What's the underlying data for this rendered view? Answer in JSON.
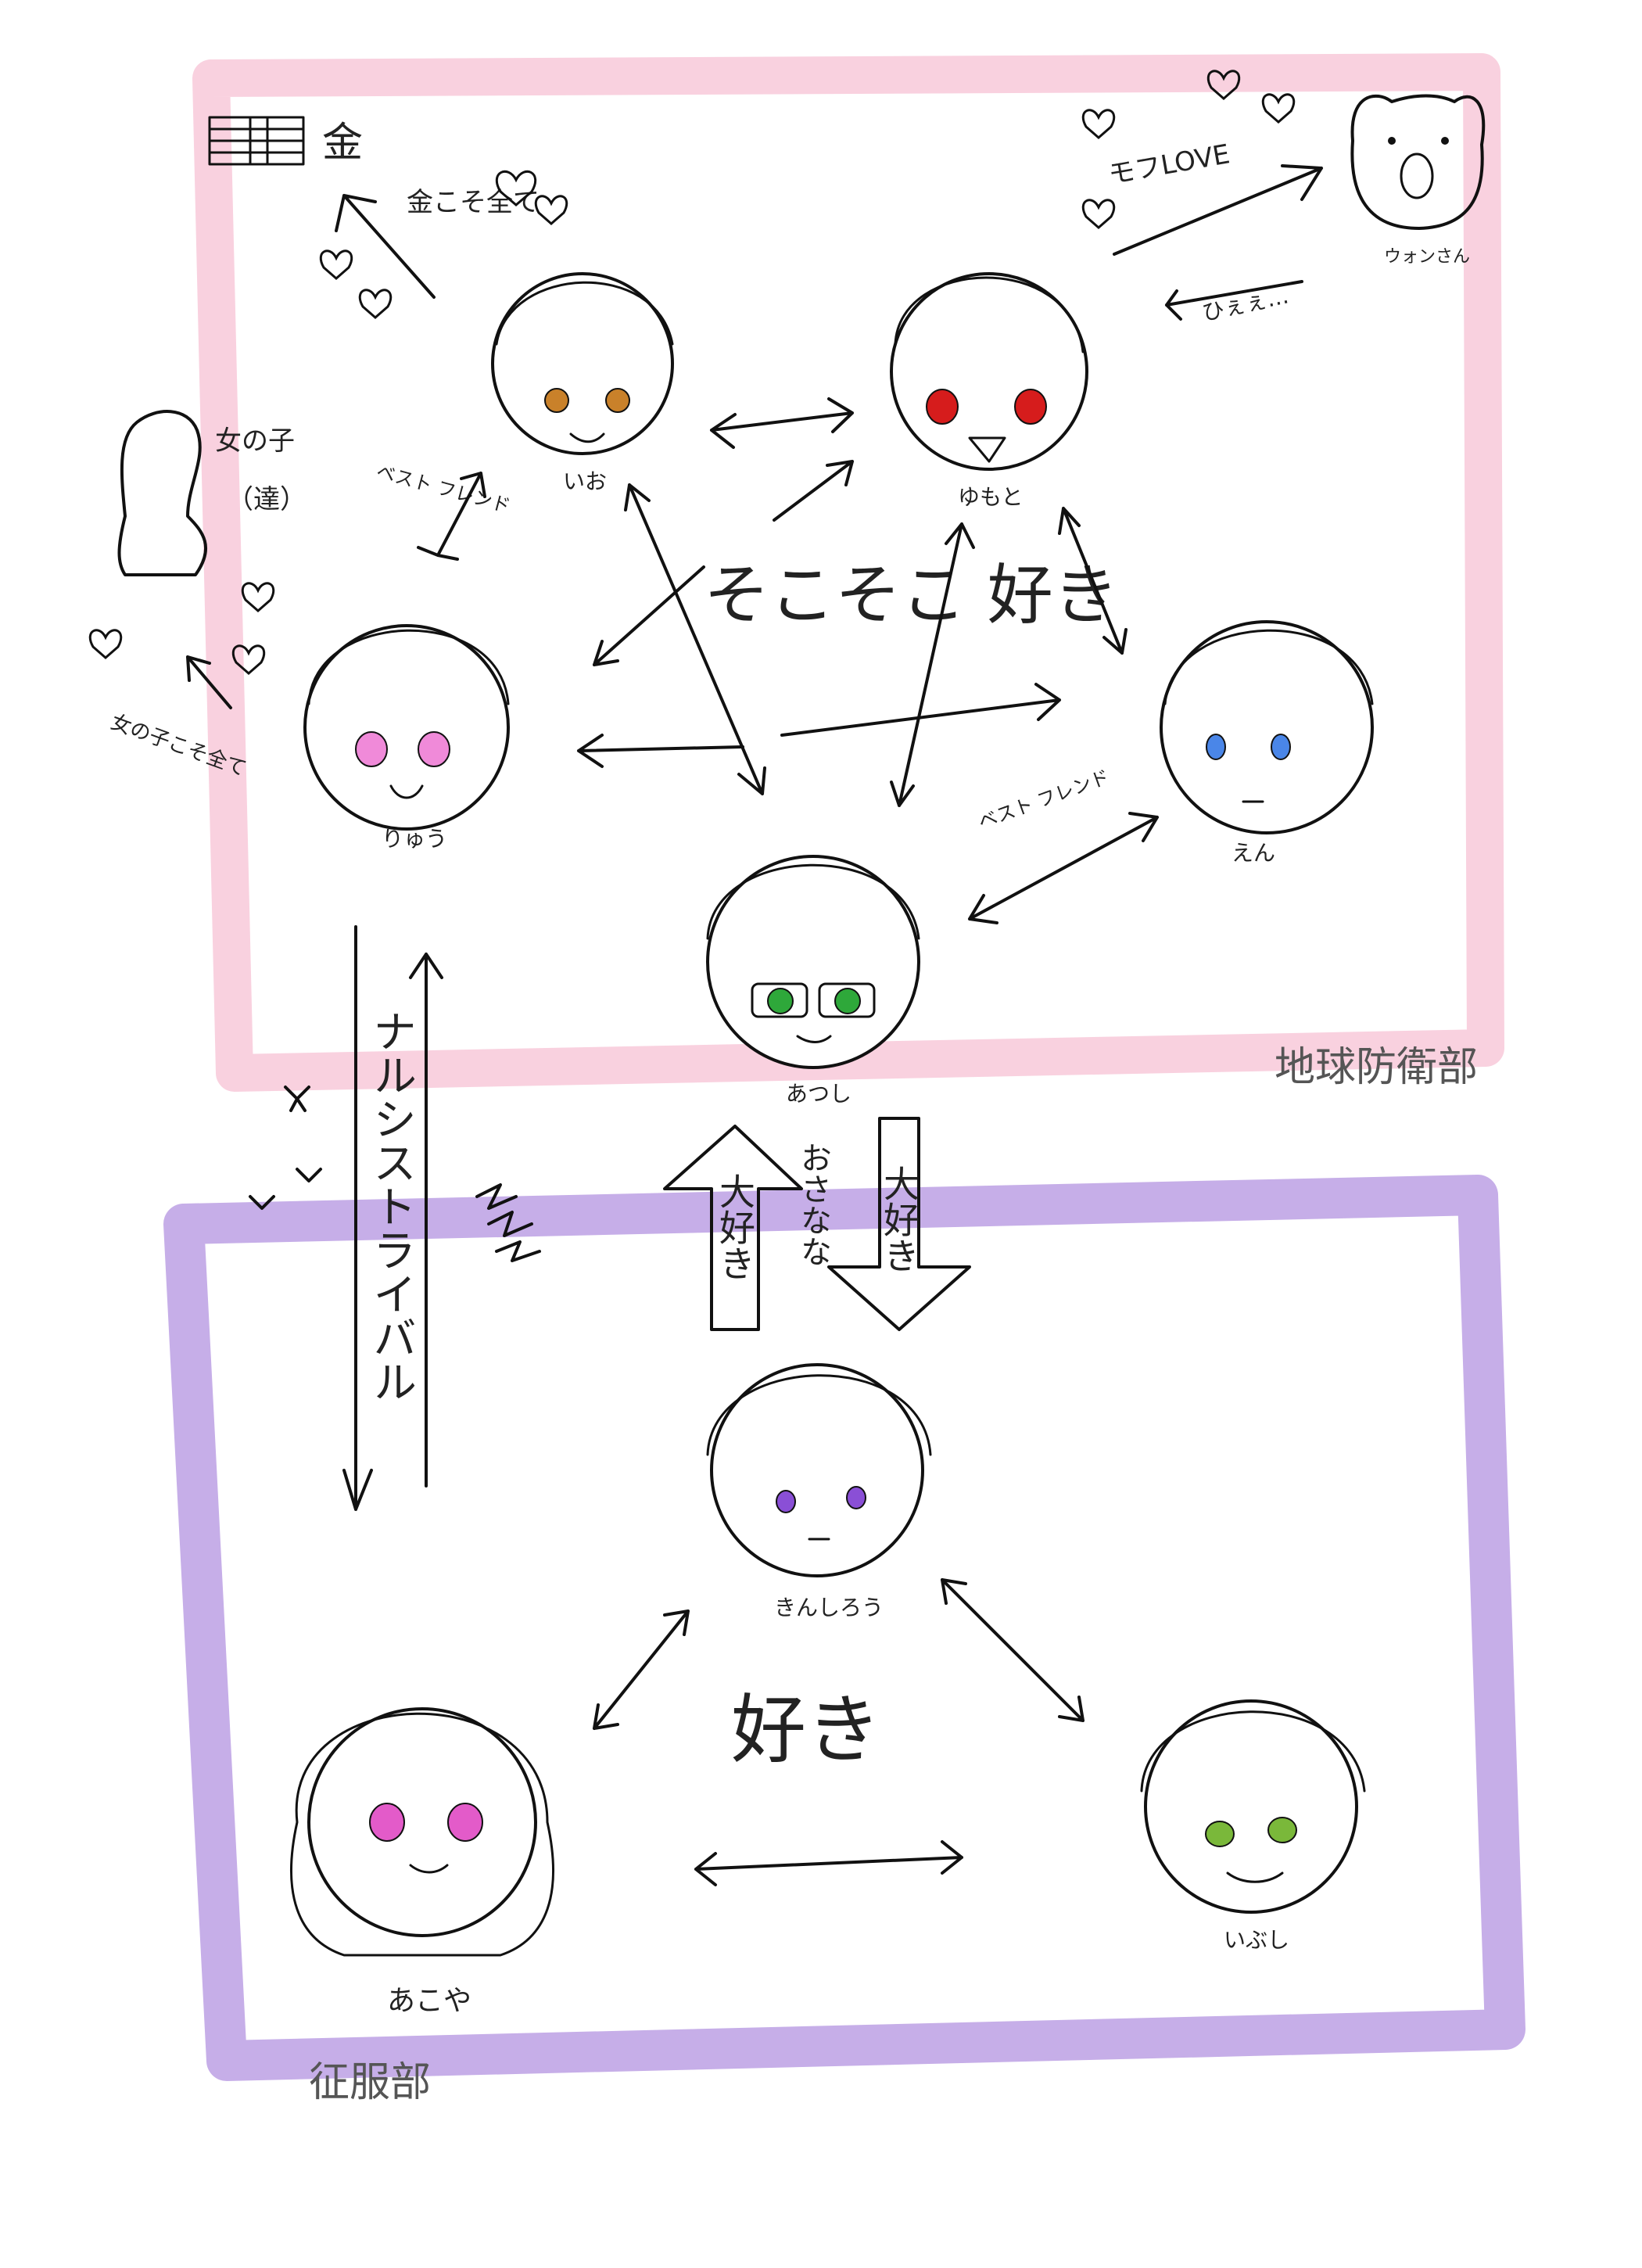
{
  "colors": {
    "earth_frame": "#f9d1df",
    "conquest_frame": "#c6aee8",
    "eye_io": "#c9812a",
    "eye_yumoto": "#d61c1c",
    "eye_ryu": "#f08ad9",
    "eye_en": "#4a86e8",
    "eye_atsushi": "#2ea83a",
    "eye_kinshiro": "#8a4fd6",
    "eye_akoya": "#e35bc9",
    "eye_ibushi": "#7ab83a"
  },
  "clubs": {
    "earth": "地球防衛部",
    "conquest": "征服部"
  },
  "characters": {
    "io": "いお",
    "yumoto": "ゆもと",
    "ryu": "りゅう",
    "en": "えん",
    "atsushi": "あつし",
    "kinshiro": "きんしろう",
    "akoya": "あこや",
    "ibushi": "いぶし",
    "wombat": "ウォンさん"
  },
  "labels": {
    "money": "金",
    "money_all": "金こそ全て",
    "girl": "女の子",
    "girl_plural": "（達）",
    "girl_all": "女の子こそ全て",
    "best_friend_1": "ベスト フレンド",
    "best_friend_2": "ベスト フレンド",
    "moflove": "モフLOVE",
    "hiee": "ひぇぇ…",
    "somewhat_like": "そこそこ 好き",
    "narcissist_rival": "ナルシストライバル",
    "daisuki_up": "大好き",
    "osanana": "おさなな",
    "daisuki_down": "大好き",
    "like": "好き"
  },
  "icons": [
    "money-stack-icon",
    "heart-icon",
    "anger-mark-icon",
    "wombat-icon",
    "girl-silhouette-icon"
  ]
}
